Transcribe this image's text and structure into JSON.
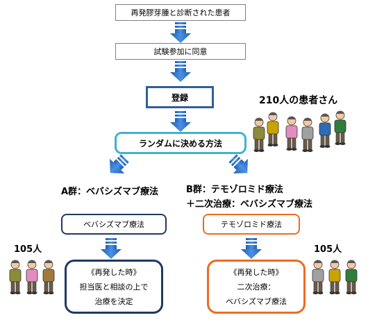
{
  "flow": {
    "step1": "再発膠芽腫と診断された患者",
    "step2": "試験参加に同意",
    "step3": "登録",
    "step4": "ランダムに決める方法"
  },
  "patients_total": "210人の患者さん",
  "arm_a": {
    "heading": "A群：ベバシズマブ療法",
    "treatment": "ベバシズマブ療法",
    "count": "105人",
    "detail_line1": "《再発した時》",
    "detail_line2": "担当医と相談の上で",
    "detail_line3": "治療を決定",
    "color": "#1f3864"
  },
  "arm_b": {
    "heading_line1": "B群：テモゾロミド療法",
    "heading_line2": "＋二次治療：ベバシズマブ療法",
    "treatment": "テモゾロミド療法",
    "count": "105人",
    "detail_line1": "《再発した時》",
    "detail_line2": "二次治療：",
    "detail_line3": "ベバシズマブ療法",
    "color": "#ed6b21"
  },
  "colors": {
    "arrow": "#2e75c8",
    "enroll_border": "#2e5f9e",
    "random_border": "#3eb3cf"
  }
}
